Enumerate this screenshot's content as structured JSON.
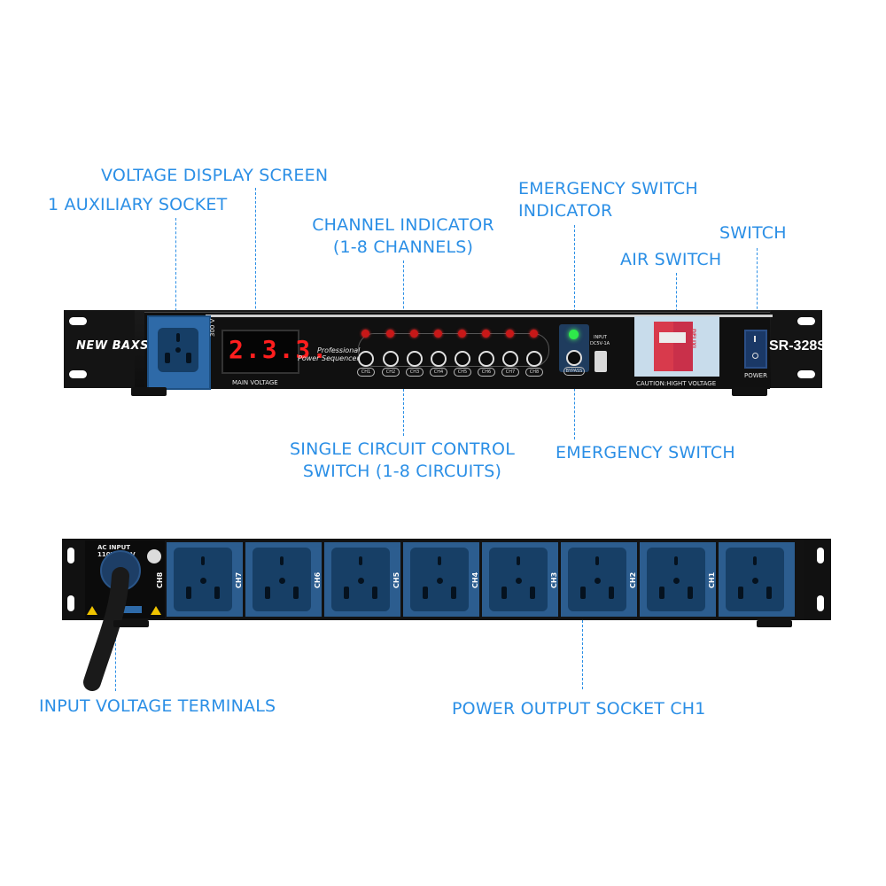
{
  "labels": {
    "voltage_display": "VOLTAGE DISPLAY SCREEN",
    "aux_socket": "1 AUXILIARY SOCKET",
    "channel_indicator_1": "CHANNEL INDICATOR",
    "channel_indicator_2": "(1-8 CHANNELS)",
    "emergency_indicator_1": "EMERGENCY SWITCH",
    "emergency_indicator_2": "INDICATOR",
    "switch": "SWITCH",
    "air_switch": "AIR SWITCH",
    "single_circuit_1": "SINGLE CIRCUIT CONTROL",
    "single_circuit_2": "SWITCH (1-8 CIRCUITS)",
    "emergency_switch": "EMERGENCY SWITCH",
    "input_terminals": "INPUT VOLTAGE TERMINALS",
    "output_socket": "POWER OUTPUT SOCKET CH1"
  },
  "front": {
    "brand": "NEW BAXS",
    "display_value": "2.3.3.",
    "main_voltage": "MAIN VOLTAGE",
    "subtitle_1": "Professional",
    "subtitle_2": "Power Sequencer",
    "channels": [
      "CH1",
      "CH2",
      "CH3",
      "CH4",
      "CH5",
      "CH6",
      "CH7",
      "CH8"
    ],
    "bypass": "BYPASS",
    "input_label_1": "INPUT",
    "input_label_2": "DC5V-1A",
    "caution": "CAUTION:HIGHT VOLTAGE",
    "power": "POWER",
    "model": "SR-328S",
    "breaker_brand": "DELIXI"
  },
  "rear": {
    "ac_input_1": "AC INPUT",
    "ac_input_2": "110V/220V",
    "outlets": [
      "CH8",
      "CH7",
      "CH6",
      "CH5",
      "CH4",
      "CH3",
      "CH2",
      "CH1"
    ]
  },
  "colors": {
    "label_blue": "#2b8fe6",
    "socket_blue": "#2c5d8f",
    "display_red": "#ff1e1e",
    "led_red": "#c81818",
    "led_green": "#2ee84a",
    "breaker_red": "#d83a4c"
  }
}
